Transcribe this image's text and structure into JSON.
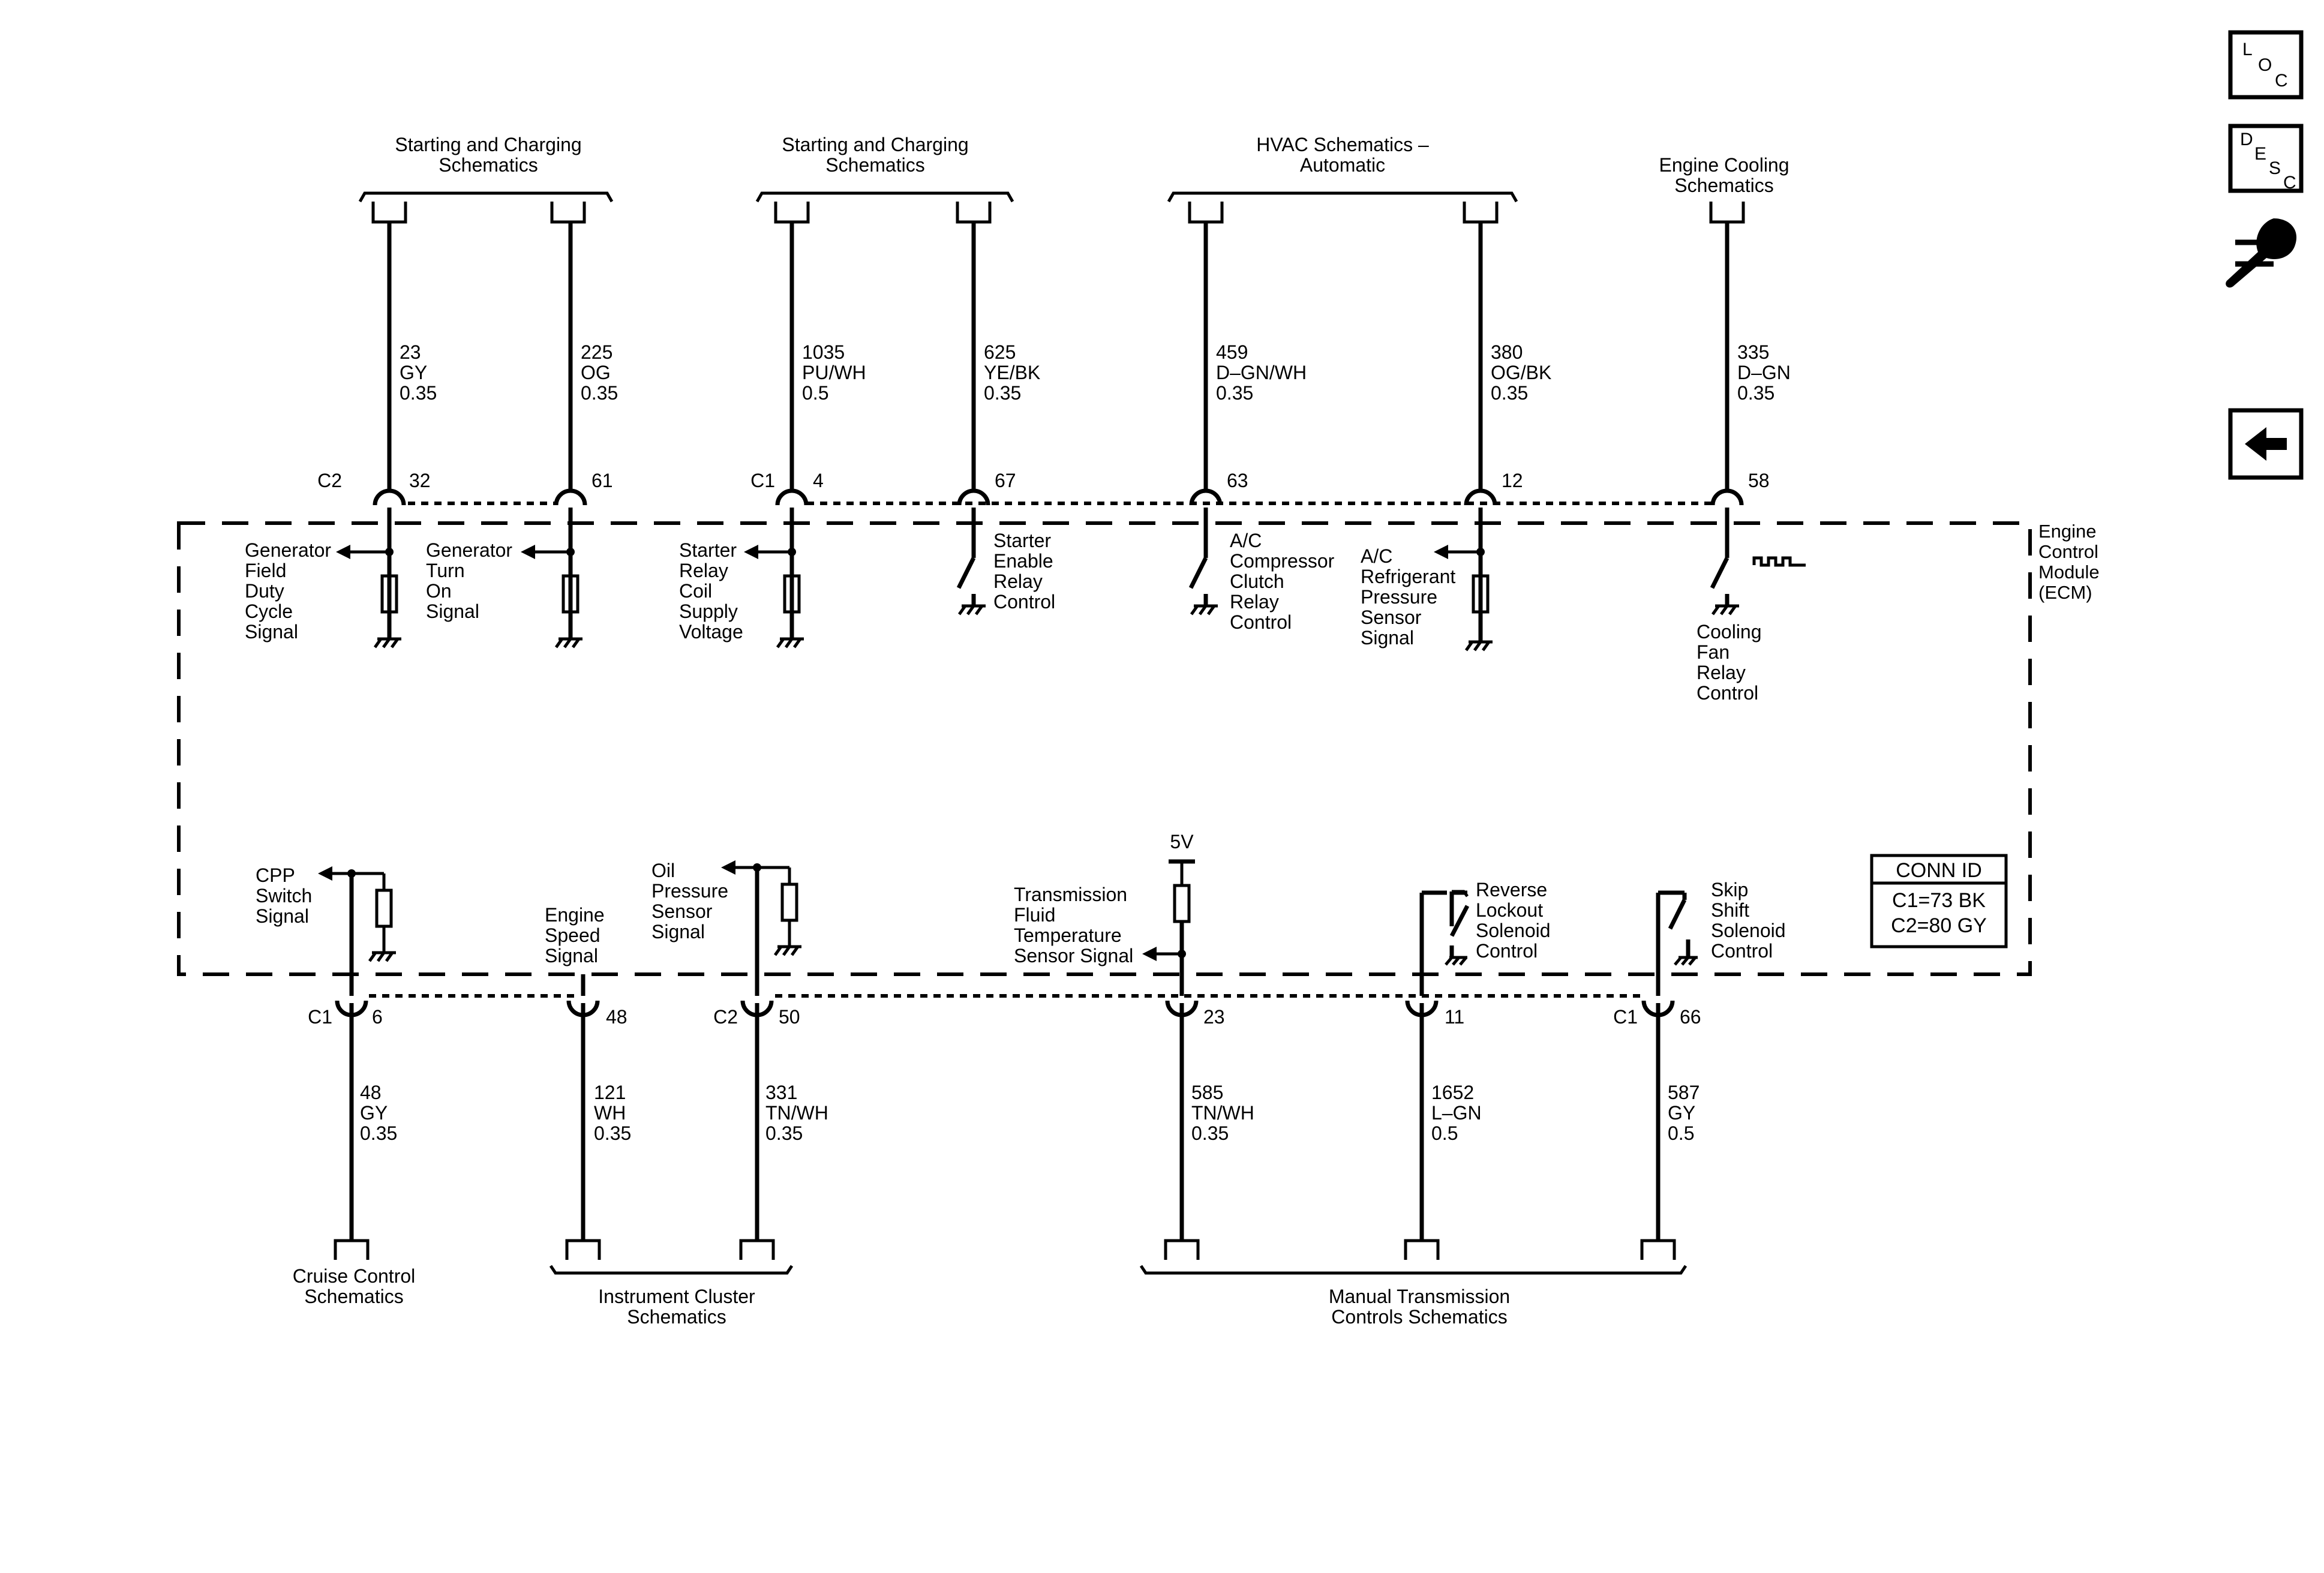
{
  "module": {
    "lines": [
      "Engine",
      "Control",
      "Module",
      "(ECM)"
    ]
  },
  "conn_id": {
    "title": "CONN ID",
    "rows": [
      "C1=73 BK",
      "C2=80 GY"
    ]
  },
  "nav": {
    "loc": [
      "L",
      "O",
      "C"
    ],
    "desc": [
      "D",
      "E",
      "S",
      "C"
    ]
  },
  "top_groups": [
    {
      "id": "start1",
      "lines": [
        "Starting and Charging",
        "Schematics"
      ]
    },
    {
      "id": "start2",
      "lines": [
        "Starting and Charging",
        "Schematics"
      ]
    },
    {
      "id": "hvac",
      "lines": [
        "HVAC Schematics –",
        "Automatic"
      ]
    },
    {
      "id": "cool",
      "lines": [
        "Engine Cooling",
        "Schematics"
      ]
    }
  ],
  "bottom_groups": [
    {
      "id": "cruise",
      "lines": [
        "Cruise Control",
        "Schematics"
      ]
    },
    {
      "id": "ic",
      "lines": [
        "Instrument Cluster",
        "Schematics"
      ]
    },
    {
      "id": "mtc",
      "lines": [
        "Manual Transmission",
        "Controls Schematics"
      ]
    }
  ],
  "top_circuits": [
    {
      "conn": "C2",
      "pin": "32",
      "wire": [
        "23",
        "GY",
        "0.35"
      ],
      "signal": [
        "Generator",
        "Field",
        "Duty",
        "Cycle",
        "Signal"
      ]
    },
    {
      "conn": "",
      "pin": "61",
      "wire": [
        "225",
        "OG",
        "0.35"
      ],
      "signal": [
        "Generator",
        "Turn",
        "On",
        "Signal"
      ]
    },
    {
      "conn": "C1",
      "pin": "4",
      "wire": [
        "1035",
        "PU/WH",
        "0.5"
      ],
      "signal": [
        "Starter",
        "Relay",
        "Coil",
        "Supply",
        "Voltage"
      ]
    },
    {
      "conn": "",
      "pin": "67",
      "wire": [
        "625",
        "YE/BK",
        "0.35"
      ],
      "signal": [
        "Starter",
        "Enable",
        "Relay",
        "Control"
      ]
    },
    {
      "conn": "",
      "pin": "63",
      "wire": [
        "459",
        "D–GN/WH",
        "0.35"
      ],
      "signal": [
        "A/C",
        "Compressor",
        "Clutch",
        "Relay",
        "Control"
      ]
    },
    {
      "conn": "",
      "pin": "12",
      "wire": [
        "380",
        "OG/BK",
        "0.35"
      ],
      "signal": [
        "A/C",
        "Refrigerant",
        "Pressure",
        "Sensor",
        "Signal"
      ]
    },
    {
      "conn": "",
      "pin": "58",
      "wire": [
        "335",
        "D–GN",
        "0.35"
      ],
      "signal": [
        "Cooling",
        "Fan",
        "Relay",
        "Control"
      ]
    }
  ],
  "bottom_circuits": [
    {
      "conn": "C1",
      "pin": "6",
      "wire": [
        "48",
        "GY",
        "0.35"
      ],
      "signal": [
        "CPP",
        "Switch",
        "Signal"
      ]
    },
    {
      "conn": "",
      "pin": "48",
      "wire": [
        "121",
        "WH",
        "0.35"
      ],
      "signal": [
        "Engine",
        "Speed",
        "Signal"
      ]
    },
    {
      "conn": "C2",
      "pin": "50",
      "wire": [
        "331",
        "TN/WH",
        "0.35"
      ],
      "signal": [
        "Oil",
        "Pressure",
        "Sensor",
        "Signal"
      ]
    },
    {
      "conn": "",
      "pin": "23",
      "wire": [
        "585",
        "TN/WH",
        "0.35"
      ],
      "signal": [
        "Transmission",
        "Fluid",
        "Temperature",
        "Sensor Signal"
      ],
      "supply": "5V"
    },
    {
      "conn": "",
      "pin": "11",
      "wire": [
        "1652",
        "L–GN",
        "0.5"
      ],
      "signal": [
        "Reverse",
        "Lockout",
        "Solenoid",
        "Control"
      ]
    },
    {
      "conn": "C1",
      "pin": "66",
      "wire": [
        "587",
        "GY",
        "0.5"
      ],
      "signal": [
        "Skip",
        "Shift",
        "Solenoid",
        "Control"
      ]
    }
  ]
}
